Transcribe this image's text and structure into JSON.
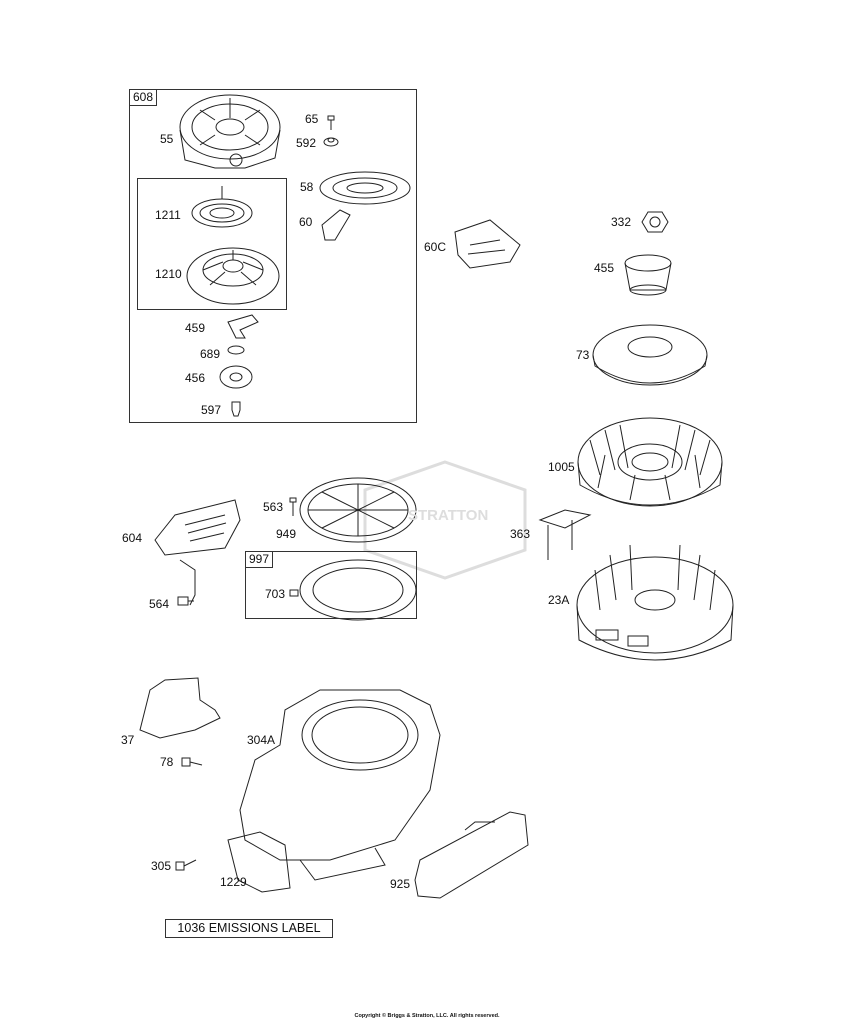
{
  "group_labels": {
    "g608": "608",
    "g997": "997"
  },
  "parts": {
    "p55": "55",
    "p65": "65",
    "p592": "592",
    "p58": "58",
    "p60": "60",
    "p1211": "1211",
    "p1210": "1210",
    "p459": "459",
    "p689": "689",
    "p456": "456",
    "p597": "597",
    "p60c": "60C",
    "p332": "332",
    "p455": "455",
    "p73": "73",
    "p1005": "1005",
    "p563": "563",
    "p949": "949",
    "p604": "604",
    "p363": "363",
    "p703": "703",
    "p564": "564",
    "p23a": "23A",
    "p37": "37",
    "p304a": "304A",
    "p78": "78",
    "p305": "305",
    "p1229": "1229",
    "p925": "925"
  },
  "emissions_label": "1036 EMISSIONS LABEL",
  "watermark_text": "STRATTON",
  "copyright": "Copyright © Briggs & Stratton, LLC. All rights reserved.",
  "colors": {
    "line": "#222222",
    "watermark": "#dddddd"
  }
}
